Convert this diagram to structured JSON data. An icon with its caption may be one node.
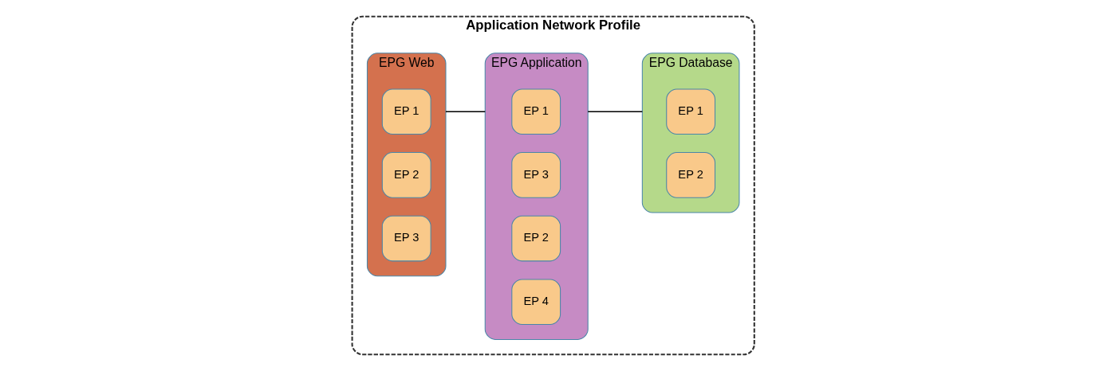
{
  "diagram": {
    "nodes": [
      {
        "text": [
          "Application Network Profile"
        ]
      },
      {
        "text": [
          "EPG Web"
        ],
        "in": 0
      },
      {
        "text": [
          "EP 1"
        ],
        "in": 1
      },
      {
        "text": [
          "EP 2"
        ],
        "in": 1
      },
      {
        "text": [
          "EP 3"
        ],
        "in": 1
      },
      {
        "text": [
          "EPG Application"
        ],
        "in": 0
      },
      {
        "text": [
          "EP 1"
        ],
        "in": 5
      },
      {
        "text": [
          "EP 3"
        ],
        "in": 5
      },
      {
        "text": [
          "EP 2"
        ],
        "in": 5
      },
      {
        "text": [
          "EP 4"
        ],
        "in": 5
      },
      {
        "text": [
          "EPG Database"
        ],
        "in": 0
      },
      {
        "text": [
          "EP 1"
        ],
        "in": 10
      },
      {
        "text": [
          "EP 2"
        ],
        "in": 10
      }
    ],
    "edges": [
      {
        "from": 1,
        "to": 5,
        "arrow": "none"
      },
      {
        "from": 5,
        "to": 10,
        "arrow": "none"
      }
    ]
  }
}
